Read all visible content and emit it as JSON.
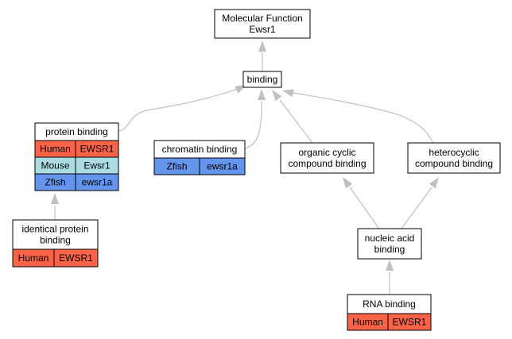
{
  "colors": {
    "Human": "#fa6347",
    "Mouse": "#aadce2",
    "Zfish": "#6495ec"
  },
  "nodes": {
    "root": {
      "lines": [
        "Molecular Function",
        "Ewsr1"
      ]
    },
    "binding": {
      "lines": [
        "binding"
      ]
    },
    "protein_binding": {
      "lines": [
        "protein binding"
      ],
      "rows": [
        [
          "Human",
          "EWSR1"
        ],
        [
          "Mouse",
          "Ewsr1"
        ],
        [
          "Zfish",
          "ewsr1a"
        ]
      ]
    },
    "chromatin_binding": {
      "lines": [
        "chromatin binding"
      ],
      "rows": [
        [
          "Zfish",
          "ewsr1a"
        ]
      ]
    },
    "organic_cyclic": {
      "lines": [
        "organic cyclic",
        "compound binding"
      ]
    },
    "heterocyclic": {
      "lines": [
        "heterocyclic",
        "compound binding"
      ]
    },
    "identical_protein": {
      "lines": [
        "identical protein",
        "binding"
      ],
      "rows": [
        [
          "Human",
          "EWSR1"
        ]
      ]
    },
    "nucleic_acid": {
      "lines": [
        "nucleic acid",
        "binding"
      ]
    },
    "rna_binding": {
      "lines": [
        "RNA binding"
      ],
      "rows": [
        [
          "Human",
          "EWSR1"
        ]
      ]
    }
  }
}
